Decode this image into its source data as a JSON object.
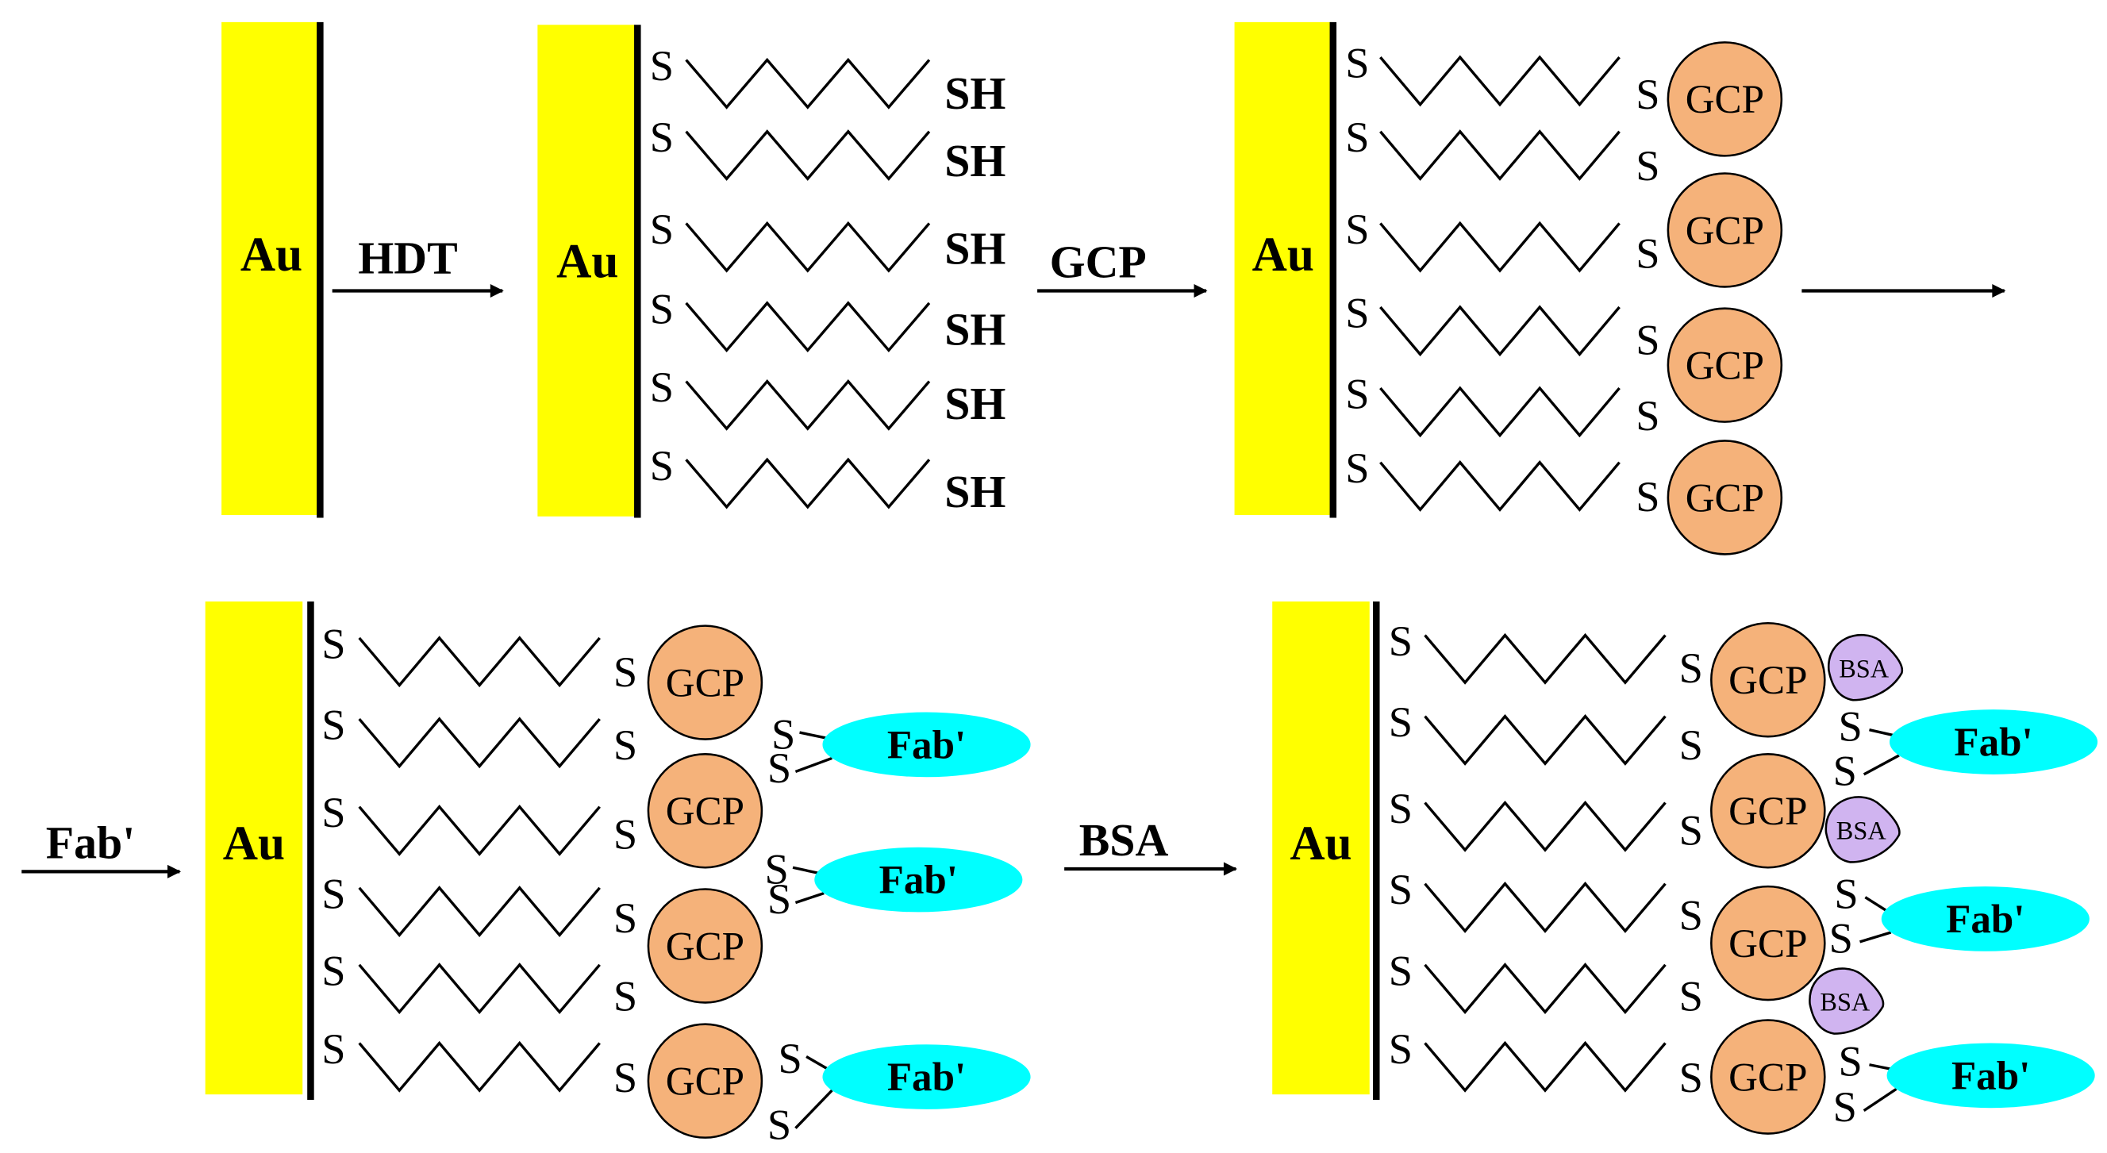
{
  "labels": {
    "au": "Au",
    "sulfur": "S",
    "thiol": "SH",
    "gcp": "GCP",
    "fab": "Fab'",
    "bsa": "BSA"
  },
  "steps": [
    {
      "reagent": "HDT"
    },
    {
      "reagent": "GCP"
    },
    {
      "reagent": ""
    },
    {
      "reagent": "Fab'"
    },
    {
      "reagent": "BSA"
    }
  ],
  "colors": {
    "gold": "#FFFF00",
    "gcp_fill": "#F5B27A",
    "fab_fill": "#00FFFF",
    "bsa_fill": "#D0B4F0",
    "line": "#000000"
  },
  "icons": {
    "arrow": "right-arrow-icon",
    "chain": "alkyl-chain-zigzag"
  }
}
